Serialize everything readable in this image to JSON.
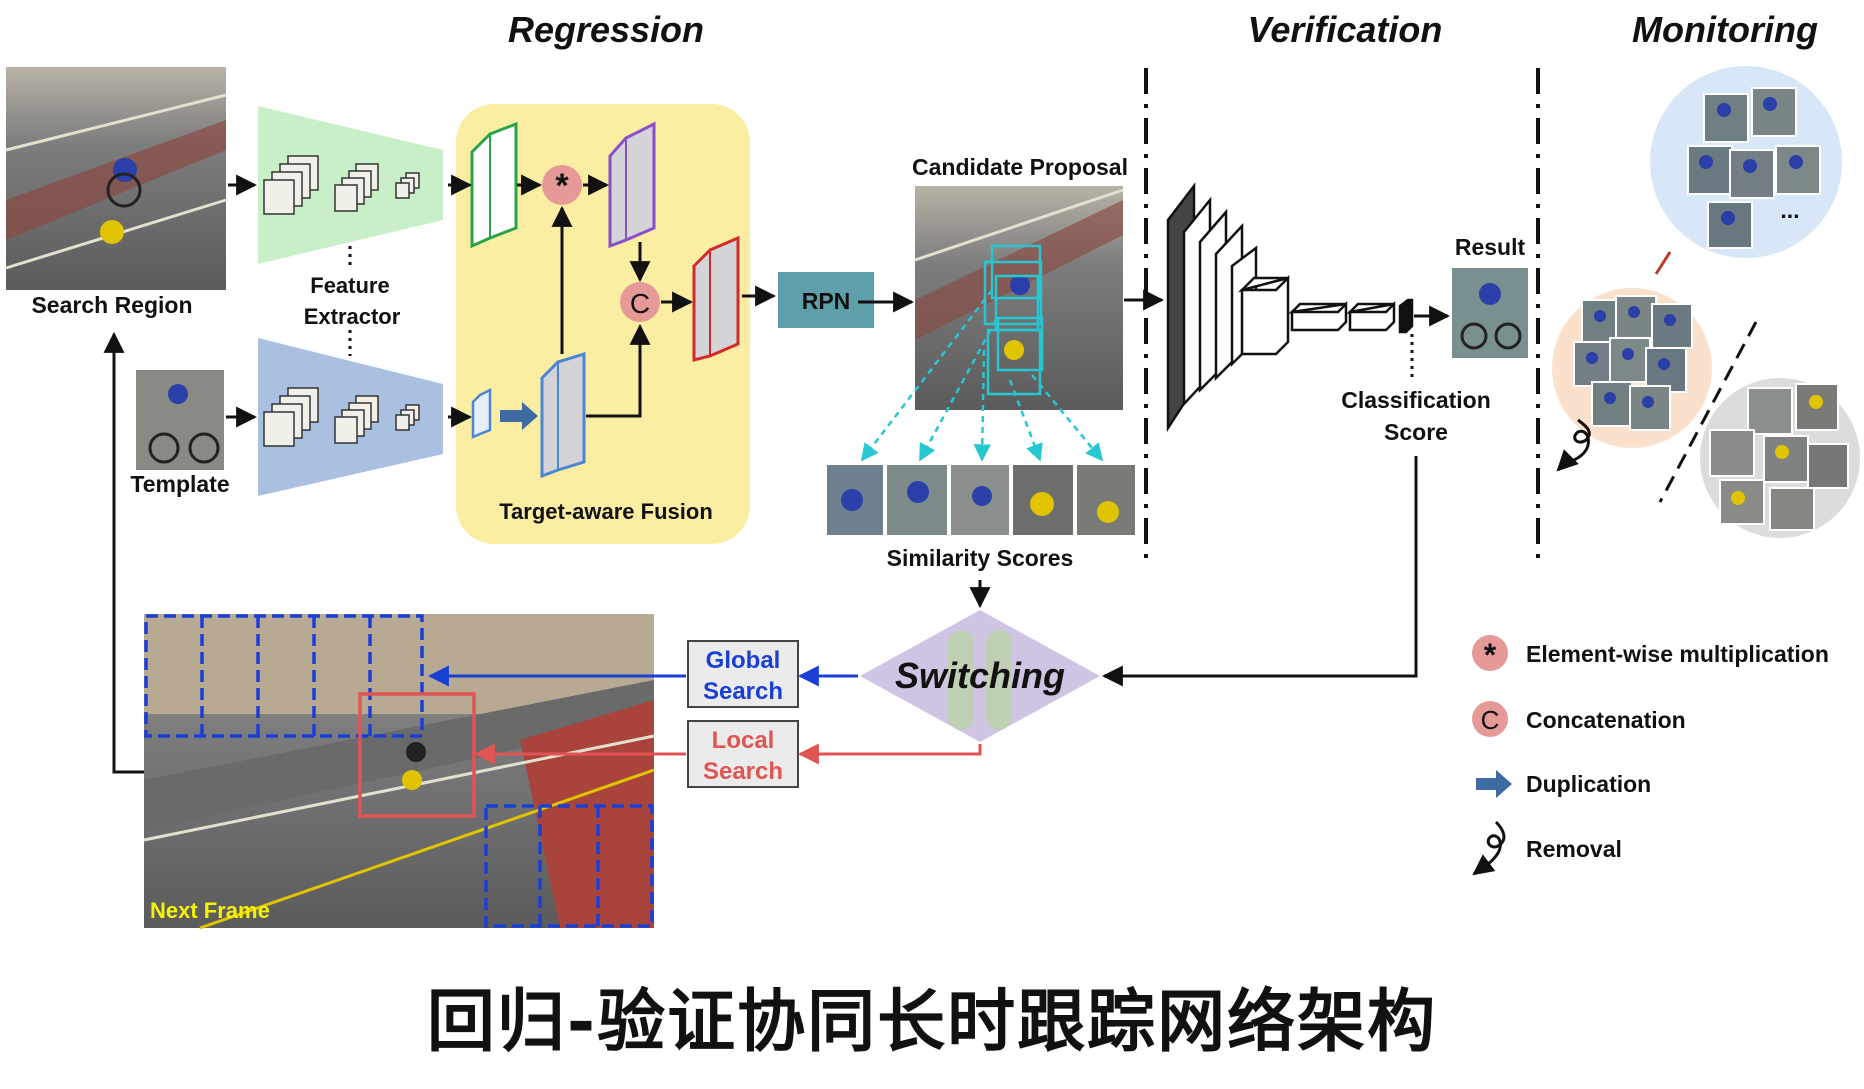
{
  "sections": {
    "regression": "Regression",
    "verification": "Verification",
    "monitoring": "Monitoring"
  },
  "labels": {
    "search_region": "Search Region",
    "template": "Template",
    "feature_extractor_line1": "Feature",
    "feature_extractor_line2": "Extractor",
    "fusion": "Target-aware Fusion",
    "rpn": "RPN",
    "candidate_proposal": "Candidate Proposal",
    "similarity_scores": "Similarity Scores",
    "result": "Result",
    "classification_line1": "Classification",
    "classification_line2": "Score",
    "switching": "Switching",
    "global_line1": "Global",
    "global_line2": "Search",
    "local_line1": "Local",
    "local_line2": "Search",
    "next_frame": "Next Frame",
    "ellipsis": "...",
    "op_multiply": "*",
    "op_concat": "C"
  },
  "legend": [
    {
      "symbol": "*",
      "label": "Element-wise multiplication"
    },
    {
      "symbol": "C",
      "label": "Concatenation"
    },
    {
      "symbol": "arrow",
      "label": "Duplication"
    },
    {
      "symbol": "curl",
      "label": "Removal"
    }
  ],
  "caption": "回归-验证协同长时跟踪网络架构",
  "colors": {
    "fusion_bg": "#fbeea3",
    "extractor_green": "#c9efc9",
    "extractor_blue": "#aac0e0",
    "rpn": "#5e9fa9",
    "op_circle": "#e59a97",
    "global": "#1a3fd6",
    "local": "#e25454",
    "switching": "#cfc4e4",
    "monitor_blue": "#d7e7f7",
    "monitor_orange": "#fbe0cc",
    "monitor_gray": "#dcdcdc",
    "candidate_box": "#27c7d2",
    "next_frame_text": "#f5f500"
  }
}
